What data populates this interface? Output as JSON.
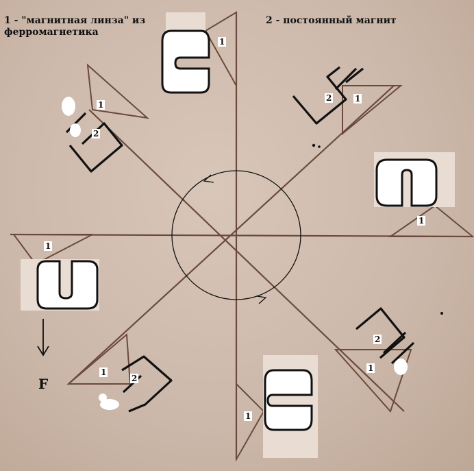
{
  "legend": {
    "item1": "1 - \"магнитная линза\" из\nферромагнетика",
    "item2": "2 - постоянный магнит"
  },
  "labels": {
    "lens": "1",
    "magnet": "2"
  },
  "force_label": "F",
  "colors": {
    "paper": "#cdb9ab",
    "pencil": "#6b4a3c",
    "ink": "#111111",
    "magnet_fill": "#ffffff"
  }
}
